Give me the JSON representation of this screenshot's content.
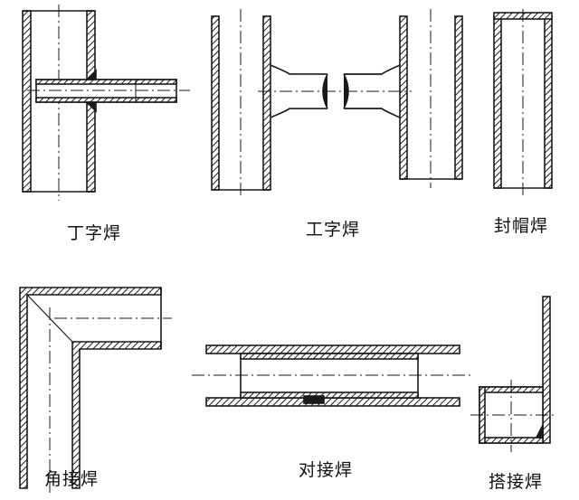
{
  "labels": {
    "t_weld": "丁字焊",
    "i_weld": "工字焊",
    "cap_weld": "封帽焊",
    "corner_weld": "角接焊",
    "butt_weld": "对接焊",
    "lap_weld": "搭接焊"
  },
  "style": {
    "line_color": "#1a1a1a",
    "background": "#ffffff"
  }
}
